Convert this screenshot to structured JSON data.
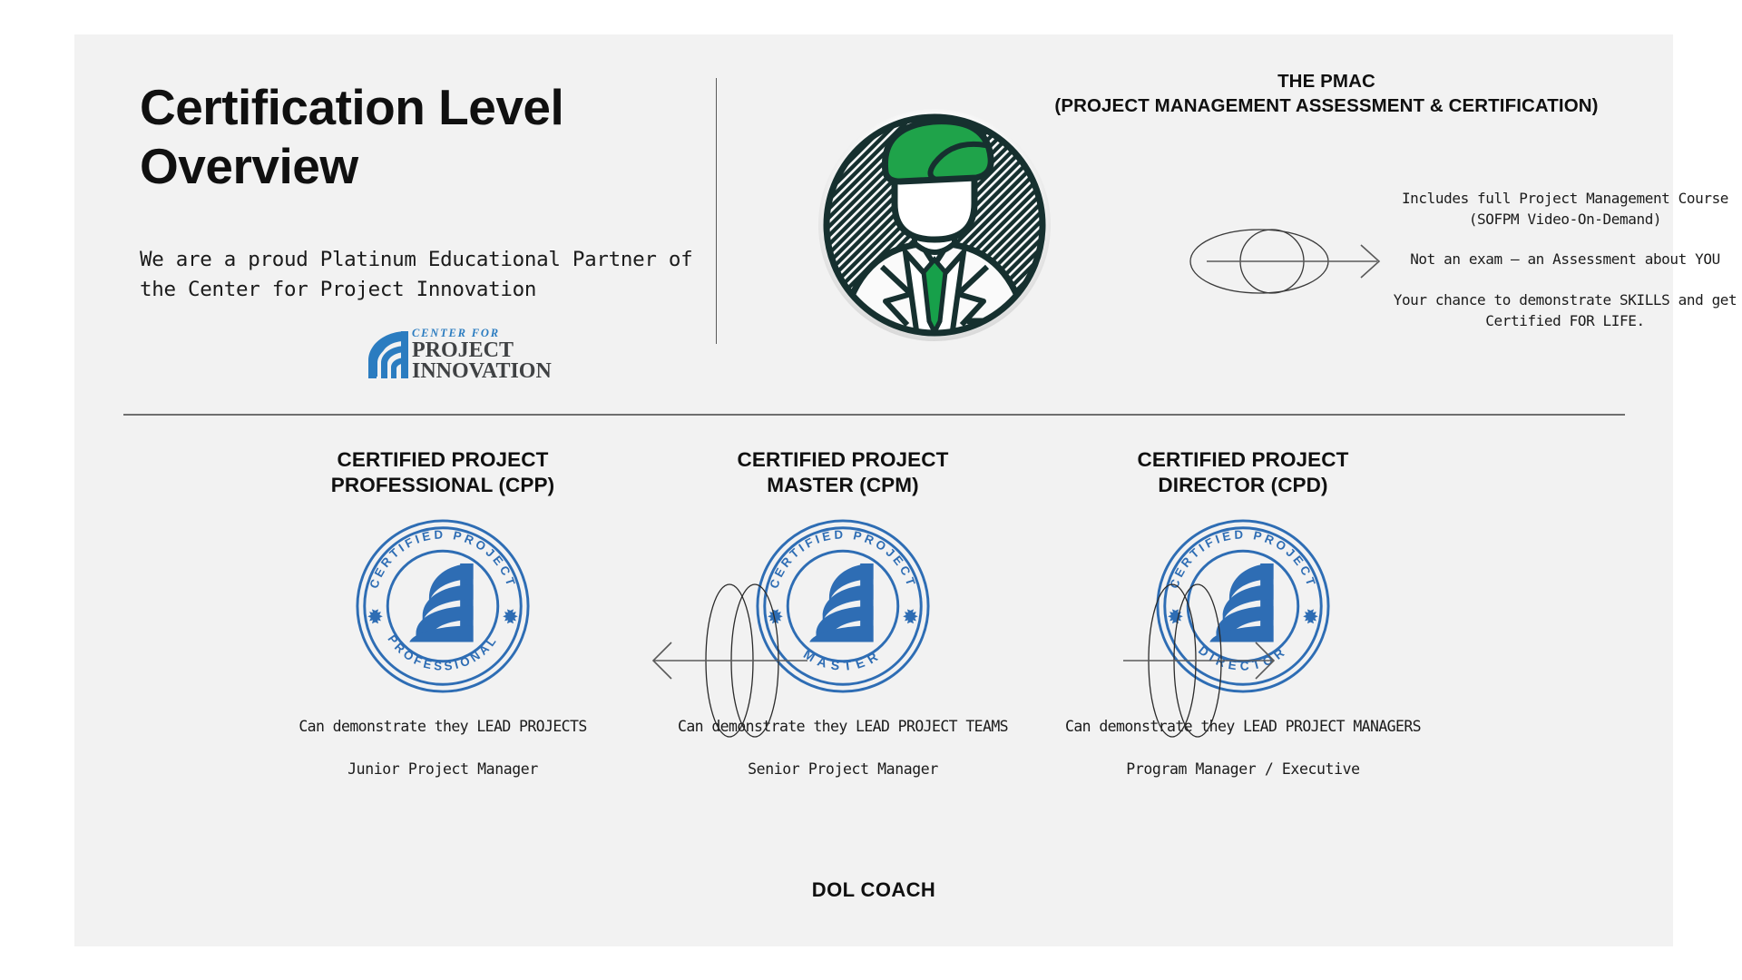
{
  "slide": {
    "title": "Certification Level Overview",
    "subtitle": "We are a proud Platinum Educational Partner of the Center for Project Innovation",
    "footer": "DOL COACH"
  },
  "partner_logo": {
    "line1": "CENTER FOR",
    "line2": "PROJECT",
    "line3": "INNOVATION",
    "mark_color": "#2b7cc0",
    "text_color": "#404244"
  },
  "pmac": {
    "title_line1": "THE PMAC",
    "title_line2": "(PROJECT MANAGEMENT ASSESSMENT & CERTIFICATION)",
    "points": [
      "Includes full Project Management Course (SOFPM Video-On-Demand)",
      "Not an exam – an Assessment about YOU",
      "Your chance to demonstrate SKILLS and get Certified FOR LIFE."
    ],
    "avatar": {
      "beret_color": "#1fa34a",
      "tie_color": "#17a04a",
      "outline_color": "#12302f"
    }
  },
  "levels": [
    {
      "title_line1": "CERTIFIED PROJECT",
      "title_line2": "PROFESSIONAL (CPP)",
      "badge_top": "CERTIFIED PROJECT",
      "badge_bottom": "PROFESSIONAL",
      "description": "Can demonstrate they LEAD PROJECTS",
      "role": "Junior Project Manager"
    },
    {
      "title_line1": "CERTIFIED PROJECT",
      "title_line2": "MASTER (CPM)",
      "badge_top": "CERTIFIED PROJECT",
      "badge_bottom": "MASTER",
      "description": "Can demonstrate they LEAD PROJECT TEAMS",
      "role": "Senior Project Manager"
    },
    {
      "title_line1": "CERTIFIED PROJECT",
      "title_line2": "DIRECTOR (CPD)",
      "badge_top": "CERTIFIED PROJECT",
      "badge_bottom": "DIRECTOR",
      "description": "Can demonstrate they LEAD PROJECT MANAGERS",
      "role": "Program Manager / Executive"
    }
  ],
  "colors": {
    "badge_blue": "#2e6db4",
    "slide_background": "#f2f2f2",
    "page_background": "#ffffff",
    "divider": "#6f6f6f",
    "text": "#101010"
  }
}
